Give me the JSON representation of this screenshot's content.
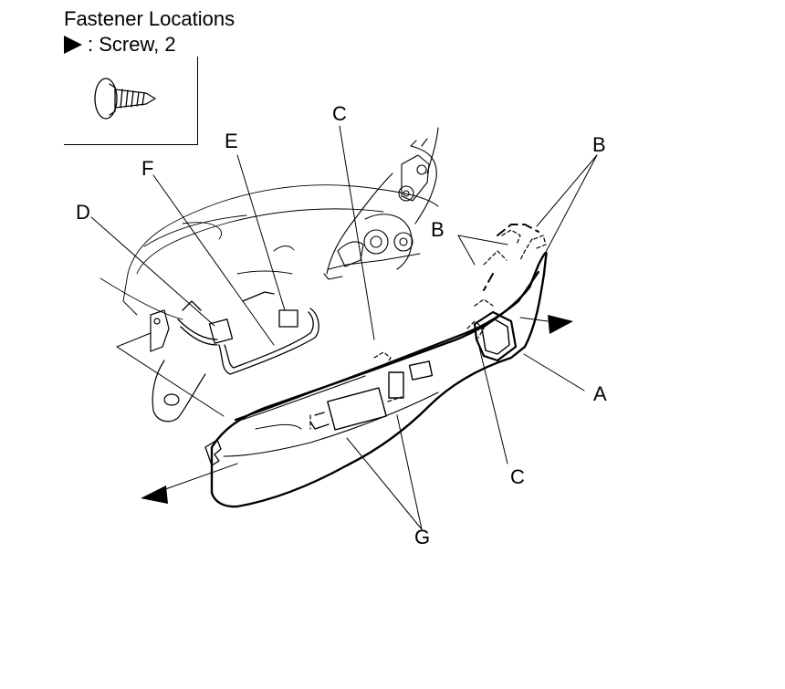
{
  "header": {
    "title": "Fastener Locations",
    "legend_text": ": Screw, 2"
  },
  "callouts": {
    "A": "A",
    "B_top": "B",
    "B_mid": "B",
    "C_top": "C",
    "C_bottom": "C",
    "D": "D",
    "E": "E",
    "F": "F",
    "G": "G"
  }
}
